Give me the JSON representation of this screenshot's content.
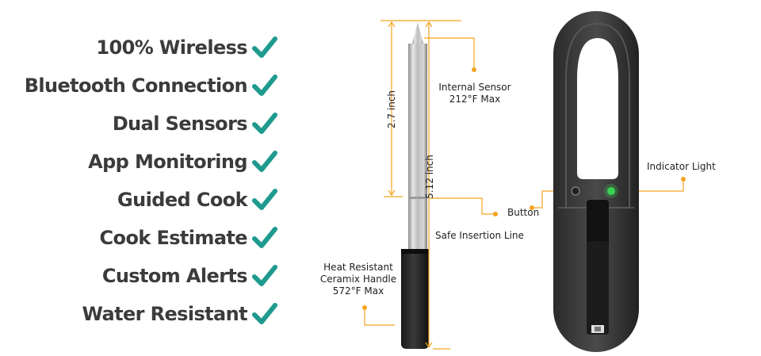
{
  "features": [
    {
      "label": "100% Wireless"
    },
    {
      "label": "Bluetooth Connection"
    },
    {
      "label": "Dual Sensors"
    },
    {
      "label": "App Monitoring"
    },
    {
      "label": "Guided Cook"
    },
    {
      "label": "Cook Estimate"
    },
    {
      "label": "Custom Alerts"
    },
    {
      "label": "Water Resistant"
    }
  ],
  "dimensions": {
    "sensor_length": "2.7 inch",
    "total_length": "5.12 inch"
  },
  "callouts": {
    "internal_sensor": {
      "line1": "Internal Sensor",
      "line2": "212°F Max"
    },
    "safe_insertion": "Safe Insertion Line",
    "handle": {
      "line1": "Heat Resistant",
      "line2": "Ceramix Handle",
      "line3": "572°F Max"
    },
    "button": "Button",
    "indicator": "Indicator Light"
  },
  "colors": {
    "check": "#1f9a8e",
    "guide": "#f3a421",
    "feature_text": "#3b3b3b",
    "indicator": "#39d353"
  }
}
